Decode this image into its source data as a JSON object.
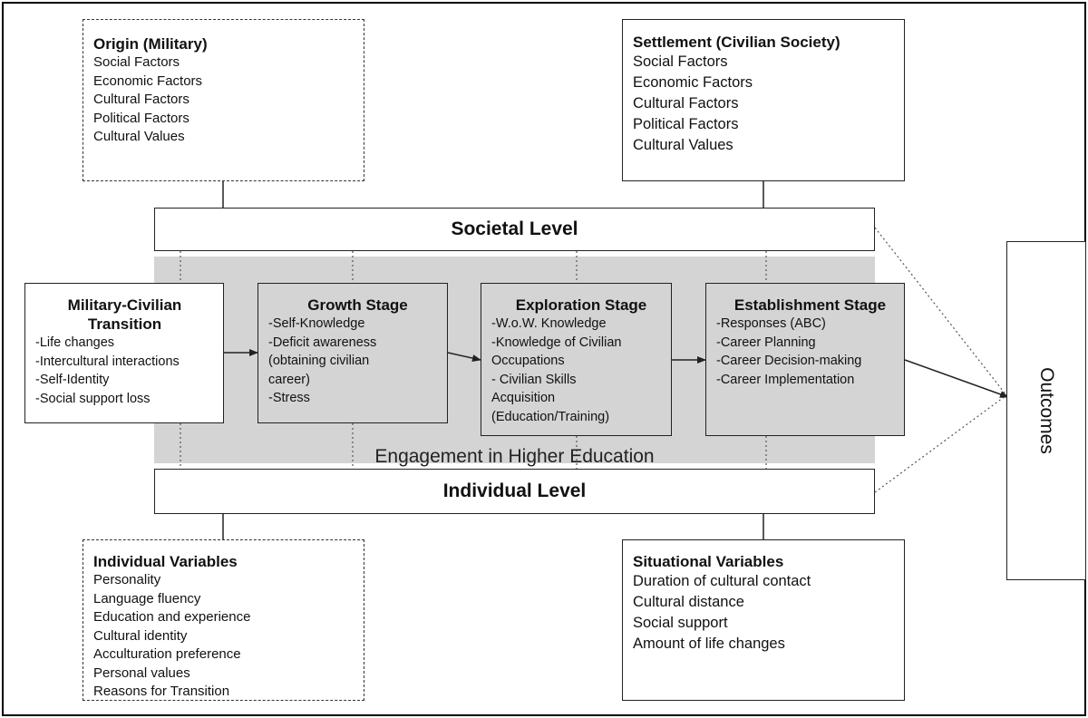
{
  "origin": {
    "title": "Origin (Military)",
    "items": [
      "Social Factors",
      "Economic Factors",
      "Cultural Factors",
      "Political Factors",
      "Cultural Values"
    ]
  },
  "settlement": {
    "title": "Settlement (Civilian Society)",
    "items": [
      "Social Factors",
      "Economic Factors",
      "Cultural Factors",
      "Political Factors",
      "Cultural Values"
    ]
  },
  "societal_level": "Societal Level",
  "individual_level": "Individual Level",
  "engagement": "Engagement in Higher Education",
  "transition": {
    "title": "Military-Civilian Transition",
    "items": [
      "-Life changes",
      "-Intercultural interactions",
      "-Self-Identity",
      "-Social support loss"
    ]
  },
  "growth": {
    "title": "Growth Stage",
    "items": [
      "-Self-Knowledge",
      "-Deficit awareness",
      "(obtaining civilian",
      "career)",
      "-Stress"
    ]
  },
  "exploration": {
    "title": "Exploration Stage",
    "items": [
      "-W.o.W. Knowledge",
      "-Knowledge of Civilian",
      "Occupations",
      "- Civilian Skills",
      "Acquisition",
      "(Education/Training)"
    ]
  },
  "establishment": {
    "title": "Establishment Stage",
    "items": [
      "-Responses (ABC)",
      "-Career Planning",
      "-Career Decision-making",
      "-Career Implementation"
    ]
  },
  "outcomes": "Outcomes",
  "individual_vars": {
    "title": "Individual Variables",
    "items": [
      "Personality",
      "Language fluency",
      "Education and experience",
      "Cultural identity",
      "Acculturation preference",
      "Personal values",
      "Reasons for Transition"
    ]
  },
  "situational_vars": {
    "title": "Situational Variables",
    "items": [
      "Duration of cultural contact",
      "Cultural distance",
      "Social support",
      "Amount of life changes"
    ]
  },
  "colors": {
    "engagement_fill": "#d4d4d4",
    "line": "#222222"
  }
}
